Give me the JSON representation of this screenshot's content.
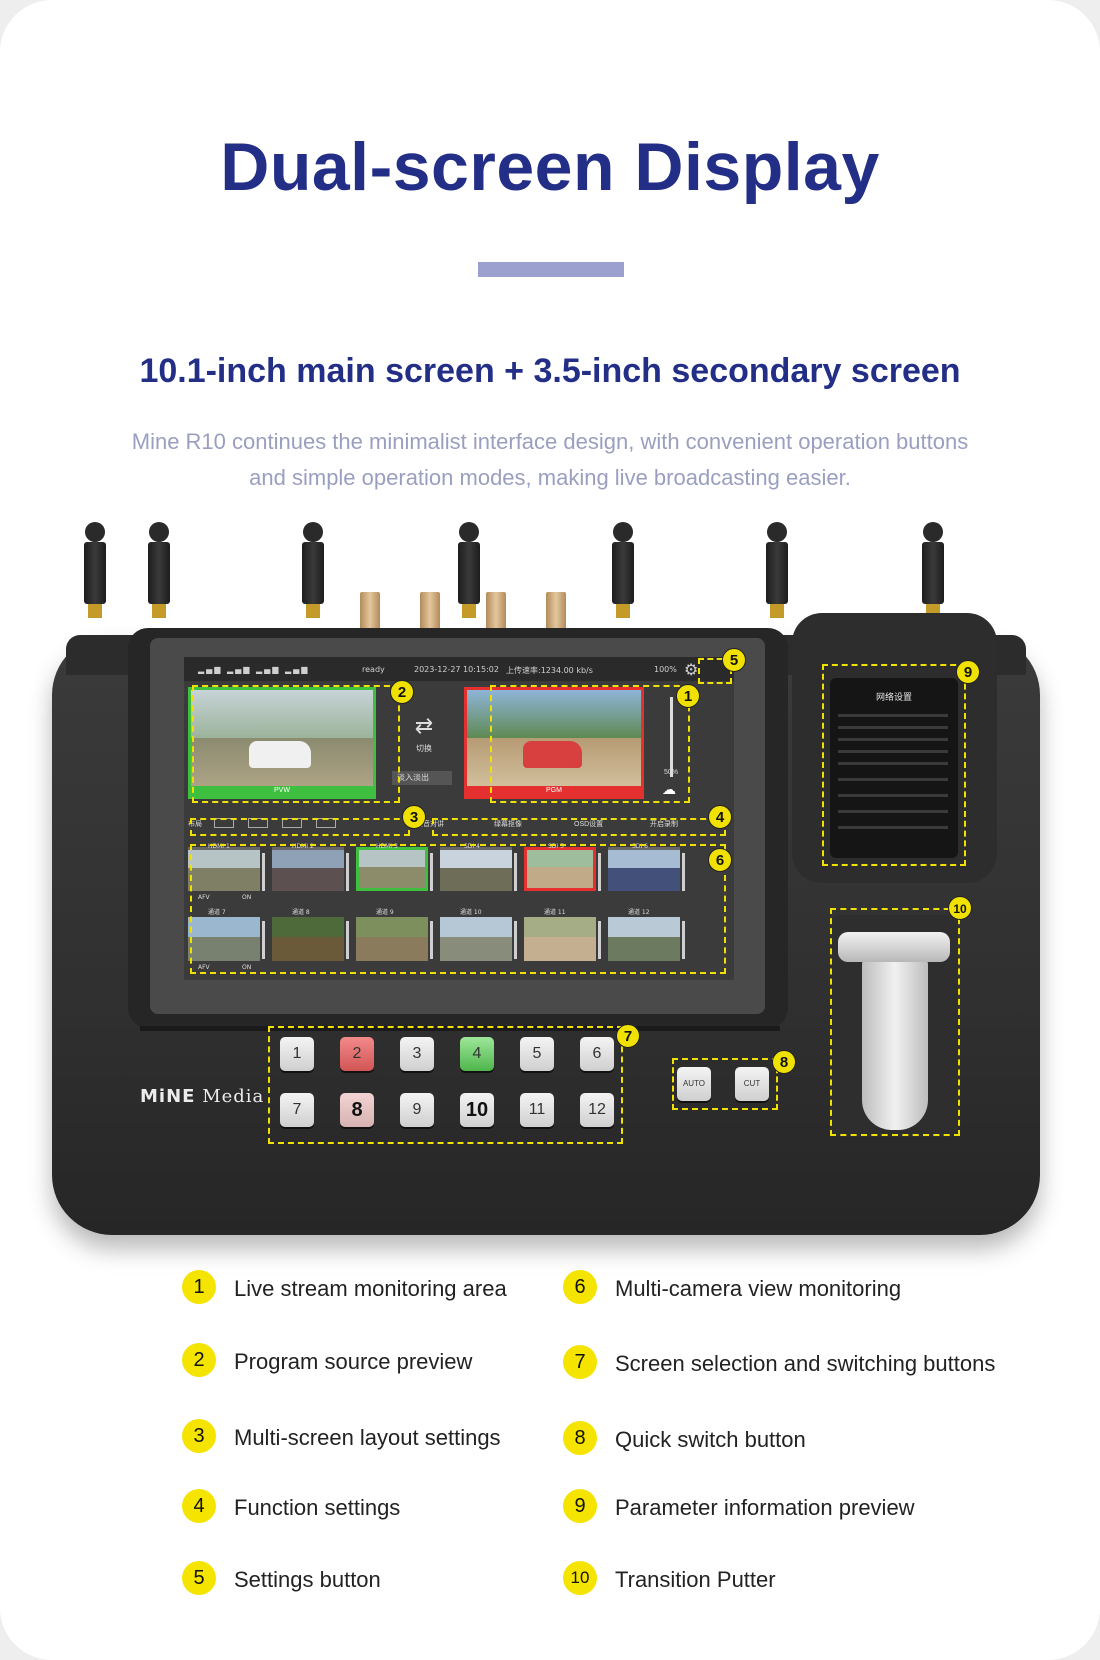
{
  "header": {
    "title": "Dual-screen Display",
    "subtitle": "10.1-inch main screen + 3.5-inch secondary screen",
    "description_line1": "Mine R10 continues the minimalist interface design, with convenient operation buttons",
    "description_line2": "and simple operation modes, making live broadcasting easier."
  },
  "colors": {
    "title": "#232f86",
    "accent_bar": "#9ba0cf",
    "callout": "#f1e100",
    "pgm_red": "#e53030",
    "pvw_green": "#3fbf3f"
  },
  "device": {
    "brand_bold": "MiNE",
    "brand_light": "Media",
    "main_screen": {
      "status_ready": "ready",
      "status_datetime": "2023-12-27  10:15:02",
      "status_upload": "上传速率:1234.00 kb/s",
      "status_battery": "100%",
      "switch_label": "切换",
      "transition_select": "淡入淡出",
      "pvw_label": "PVW",
      "pgm_label": "PGM",
      "level_value": "50%",
      "push_label": "推流",
      "layout_label": "布局",
      "function_items": [
        "语音对讲",
        "绿幕抠像",
        "OSD设置",
        "开启录制"
      ],
      "channels": [
        "HDMI 1",
        "HDMI 2",
        "HDMI 3",
        "SDI 4",
        "SDI 5",
        "SDI 6",
        "通道 7",
        "通道 8",
        "通道 9",
        "通道 10",
        "通道 11",
        "通道 12"
      ],
      "channel_sub_left": "AFV",
      "channel_sub_right": "ON"
    },
    "secondary_screen": {
      "title": "网络设置"
    },
    "keys_row1": [
      "1",
      "2",
      "3",
      "4",
      "5",
      "6"
    ],
    "keys_row2": [
      "7",
      "8",
      "9",
      "10",
      "11",
      "12"
    ],
    "auto_label": "AUTO",
    "cut_label": "CUT",
    "callouts": [
      "1",
      "2",
      "3",
      "4",
      "5",
      "6",
      "7",
      "8",
      "9",
      "10"
    ]
  },
  "legend": [
    {
      "num": "1",
      "text": "Live stream monitoring area"
    },
    {
      "num": "2",
      "text": "Program source preview"
    },
    {
      "num": "3",
      "text": "Multi-screen layout settings"
    },
    {
      "num": "4",
      "text": "Function settings"
    },
    {
      "num": "5",
      "text": "Settings button"
    },
    {
      "num": "6",
      "text": "Multi-camera view monitoring"
    },
    {
      "num": "7",
      "text": "Screen selection and switching buttons"
    },
    {
      "num": "8",
      "text": "Quick switch button"
    },
    {
      "num": "9",
      "text": "Parameter information preview"
    },
    {
      "num": "10",
      "text": "Transition Putter"
    }
  ]
}
